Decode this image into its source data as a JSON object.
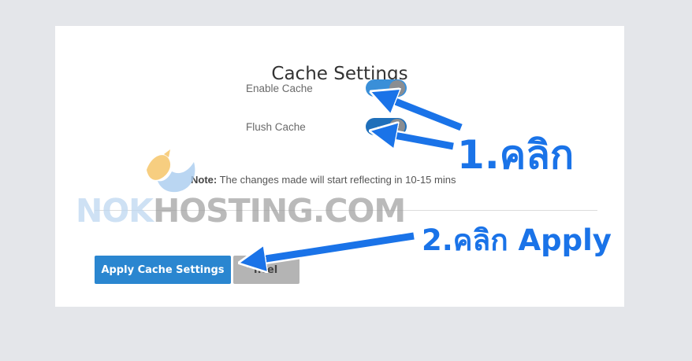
{
  "dialog": {
    "title": "Cache Settings",
    "enable_cache_label": "Enable Cache",
    "flush_cache_label": "Flush Cache",
    "note_prefix": "Note:",
    "note_text": " The changes made will start reflecting in 10-15 mins",
    "apply_label": "Apply Cache Settings",
    "cancel_label": "ncel",
    "enable_cache_on": true,
    "flush_cache_on": true
  },
  "annotations": {
    "step1": "1.คลิก",
    "step2": "2.คลิก Apply"
  },
  "watermark": {
    "part1": "NOK",
    "part2": "HOSTING.COM"
  },
  "colors": {
    "accent": "#2a86d0",
    "annotation": "#1a73e8",
    "toggle_enable": "#3a8fd8",
    "toggle_flush": "#1f6fba"
  }
}
